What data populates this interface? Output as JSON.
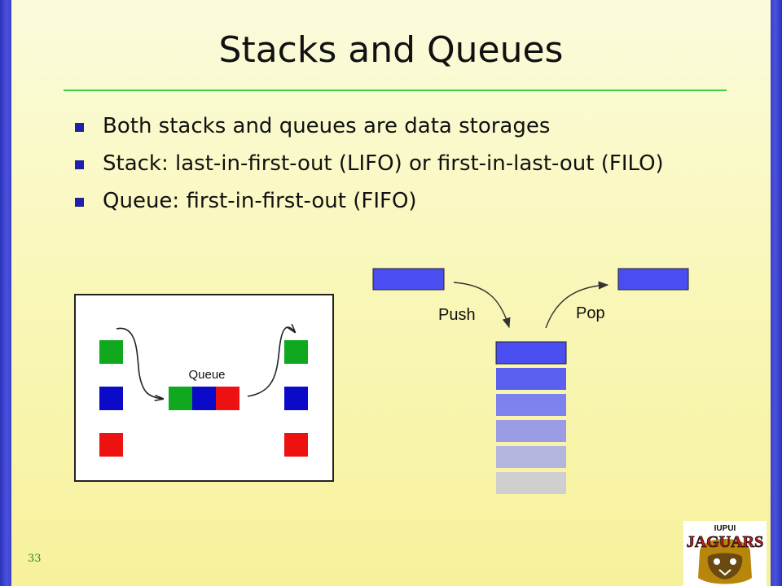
{
  "slide": {
    "title": "Stacks and Queues",
    "bullets": [
      "Both stacks and queues are data storages",
      "Stack: last-in-first-out (LIFO) or first-in-last-out (FILO)",
      "Queue: first-in-first-out (FIFO)"
    ],
    "page_number": "33"
  },
  "queue_diagram": {
    "label": "Queue",
    "colors": {
      "green": "#0fa81f",
      "blue": "#0a0ac8",
      "red": "#ee1111"
    }
  },
  "stack_diagram": {
    "push_label": "Push",
    "pop_label": "Pop",
    "item_color": "#4a4ef0",
    "stack_shades": [
      "#4a4ef0",
      "#5b5ff0",
      "#7e82ef",
      "#9a9de6",
      "#b4b6df",
      "#cfcfcf"
    ]
  },
  "logo": {
    "text_top": "IUPUI",
    "text_main": "JAGUARS"
  },
  "theme": {
    "side_bar_color": "#3a40c8",
    "rule_color": "#3fcf3f",
    "bullet_color": "#1f21a8"
  }
}
